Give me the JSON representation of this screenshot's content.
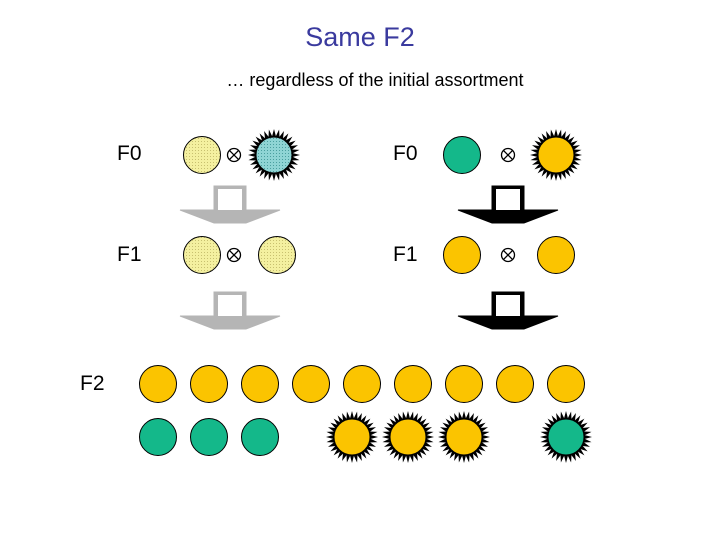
{
  "title": "Same F2",
  "subtitle": "… regardless of the initial assortment",
  "labels": {
    "left_f0": "F0",
    "left_f1": "F1",
    "right_f0": "F0",
    "right_f1": "F1",
    "f2": "F2"
  },
  "cross_symbol": "⊗",
  "colors": {
    "yellow": "#fbc400",
    "green": "#14b88a",
    "pale_yellow": "#f0ec90",
    "pale_teal": "#8ad0d0",
    "gray_arrow": "#b5b5b5",
    "black_arrow": "#000000"
  }
}
